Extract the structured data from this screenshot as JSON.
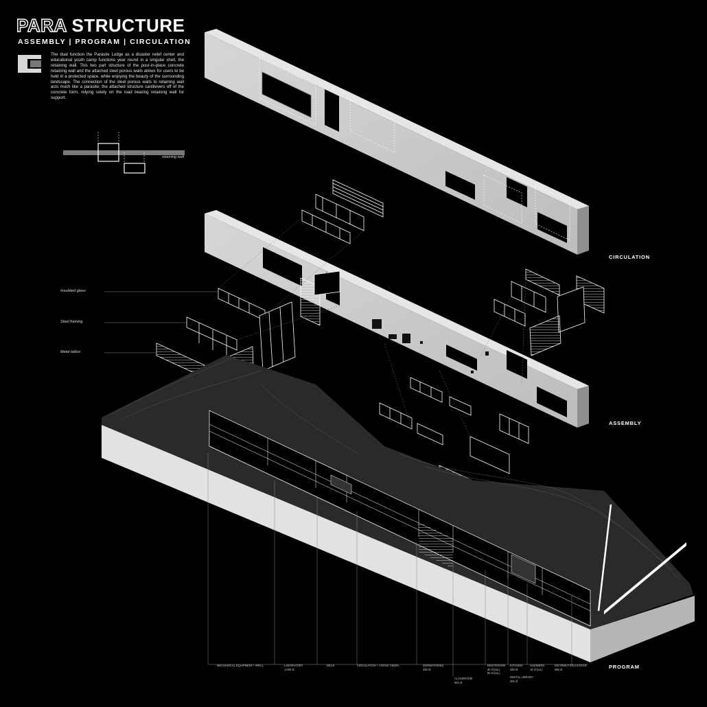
{
  "header": {
    "title_part1": "PARA",
    "title_part2": "STRUCTURE",
    "subtitle": "ASSEMBLY | PROGRAM | CIRCULATION",
    "description": "The dual function the Parasite Lodge as a disaster relief center and educational youth camp functions year round in a singular shell, the retaining wall. This two part structure of the pour-in-place concrete retaining wall and the attached steel porous walls allows for users to be held in a protected space, while enjoying the beauty of the surrounding landscape. The connection of the steel porous walls to retaining wall acts much like a parasite; the attached structure cantilevers off of the concrete form, relying solely on the load bearing retaining wall for support."
  },
  "diagram_labels": {
    "retaining_wall": "retaining wall",
    "insulated_glass": "Insulated glass",
    "steel_framing": "Steel framing",
    "metal_lattice": "Metal lattice"
  },
  "stages": {
    "circulation": "CIRCULATION",
    "assembly": "ASSEMBLY",
    "program": "PROGRAM"
  },
  "program_items": [
    {
      "name": "MECHANICAL EQUIPMENT+ INFILL",
      "area": ""
    },
    {
      "name": "LABORATORY",
      "area": "1,660 sf."
    },
    {
      "name": "DECK",
      "area": ""
    },
    {
      "name": "CIRCULATION + CROSS VIEWS",
      "area": ""
    },
    {
      "name": "DORMATORIES",
      "area": "330 sf."
    },
    {
      "name": "CLASSROOM",
      "area": "840 sf."
    },
    {
      "name": "RESTROOMS",
      "area": "30 sf (ea.)",
      "area2": "60 sf (ea.)"
    },
    {
      "name": "KITCHEN",
      "area": "430 sf."
    },
    {
      "name": "DIGITAL LIBRARY",
      "area": "265 sf."
    },
    {
      "name": "SHOWERS",
      "area": "18 sf (ea.)"
    },
    {
      "name": "DISTRIBUTION CENTER",
      "area": "685 sf"
    }
  ],
  "colors": {
    "background": "#000000",
    "concrete": "#c9c9c9",
    "terrain": "#262626",
    "line": "#ffffff"
  }
}
